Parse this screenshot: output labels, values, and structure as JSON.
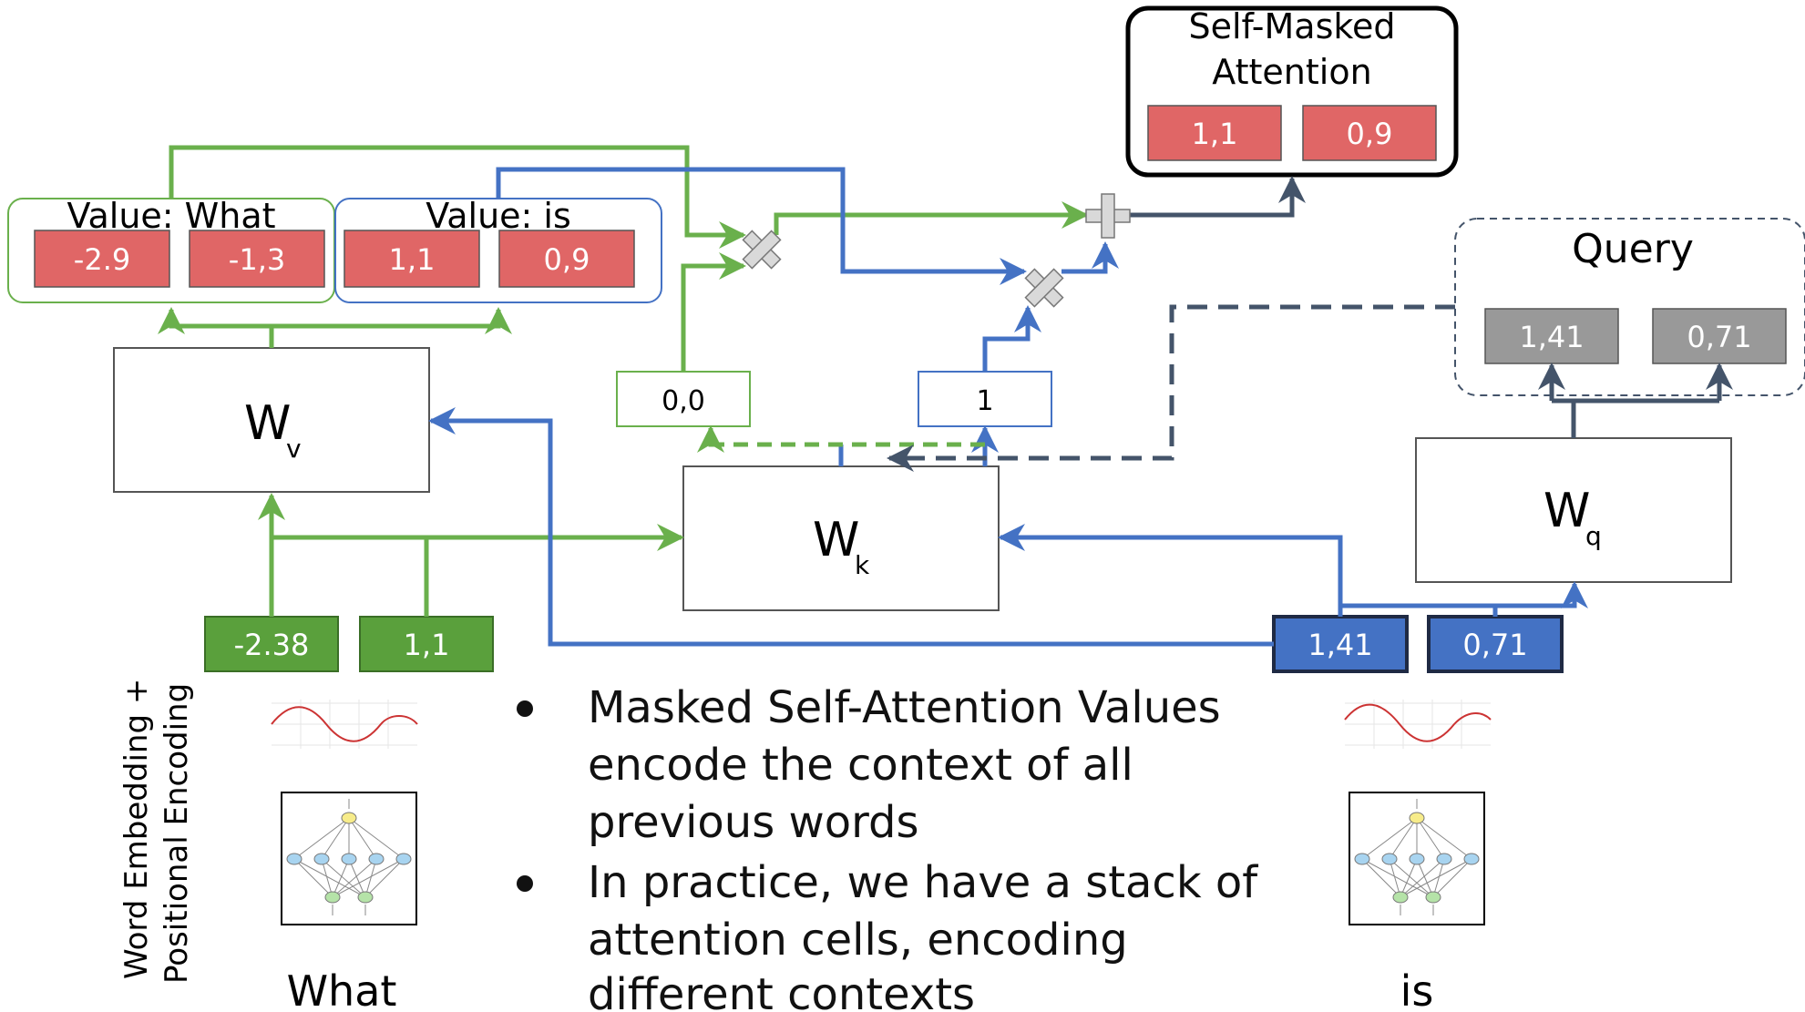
{
  "attention": {
    "title_line1": "Self-Masked",
    "title_line2": "Attention",
    "values": [
      "1,1",
      "0,9"
    ]
  },
  "value_what": {
    "label": "Value: What",
    "values": [
      "-2.9",
      "-1,3"
    ]
  },
  "value_is": {
    "label": "Value: is",
    "values": [
      "1,1",
      "0,9"
    ]
  },
  "query": {
    "label": "Query",
    "values": [
      "1,41",
      "0,71"
    ]
  },
  "weights": {
    "wv": {
      "main": "W",
      "sub": "v"
    },
    "wk": {
      "main": "W",
      "sub": "k"
    },
    "wq": {
      "main": "W",
      "sub": "q"
    }
  },
  "scores": {
    "what": "0,0",
    "is": "1"
  },
  "embeddings": {
    "what": [
      "-2.38",
      "1,1"
    ],
    "is": [
      "1,41",
      "0,71"
    ]
  },
  "side_label": {
    "line1": "Word Embedding +",
    "line2": "Positional Encoding"
  },
  "bullets": [
    {
      "lines": [
        "Masked Self-Attention Values",
        "encode the context of all",
        "previous words"
      ]
    },
    {
      "lines": [
        "In practice, we have a stack of",
        "attention cells, encoding",
        "different contexts"
      ]
    }
  ],
  "words": {
    "what": "What",
    "is": "is"
  },
  "colors": {
    "green": "#6ab04c",
    "blue": "#4472c4",
    "dark": "#44546a",
    "red_cell": "#e06666",
    "green_cell": "#5aa03c",
    "blue_cell": "#4472c4",
    "gray_cell": "#999999"
  }
}
